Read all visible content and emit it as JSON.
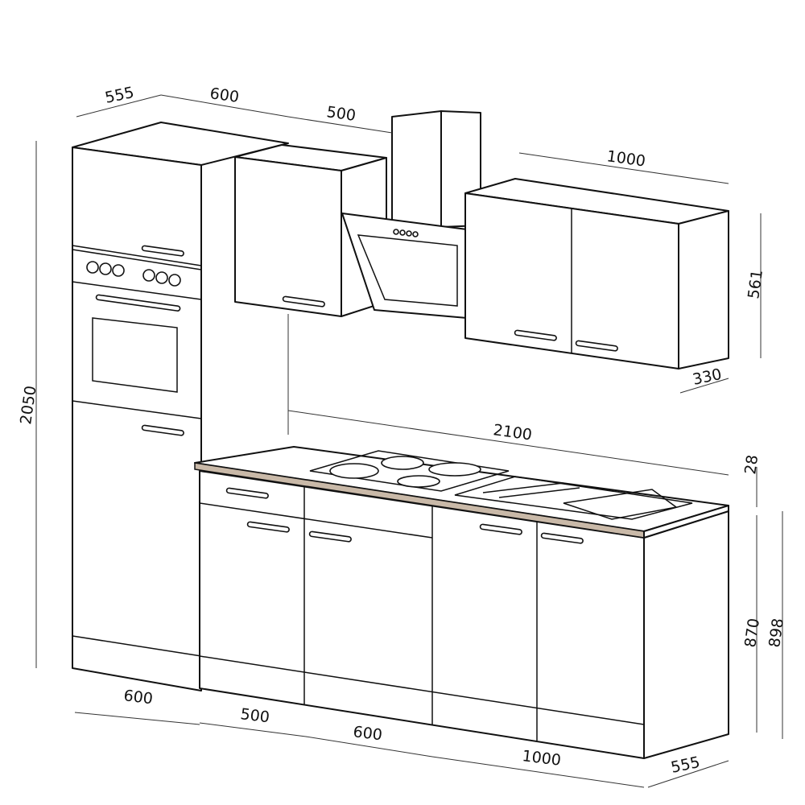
{
  "dimensions": {
    "tall_depth_top": "555",
    "tall_width_top": "600",
    "wall_cabinet_width": "500",
    "wall_cabinet_2_width": "1000",
    "wall_cabinet_height": "561",
    "wall_cabinet_depth": "330",
    "tall_height": "2050",
    "run_length": "2100",
    "worktop_thickness": "28",
    "base_height": "870",
    "base_height_with_top": "898",
    "tall_width_bottom": "600",
    "base_1_width": "500",
    "base_2_width": "600",
    "base_3_width": "1000",
    "base_depth": "555"
  },
  "colors": {
    "line": "#111111",
    "worktop_edge": "#c9b9a8"
  }
}
